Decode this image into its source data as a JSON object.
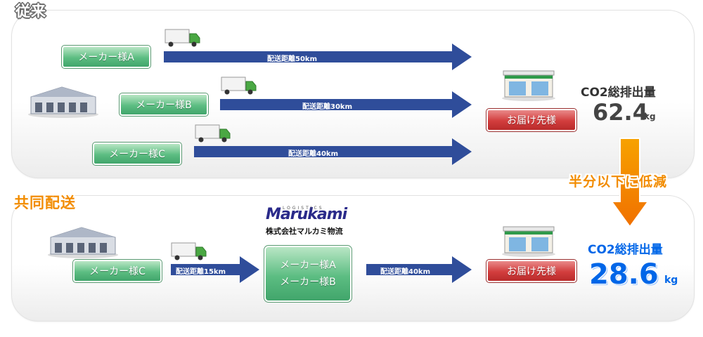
{
  "sections": {
    "conventional": "従来",
    "joint": "共同配送"
  },
  "conventional": {
    "makers": [
      "メーカー様A",
      "メーカー様B",
      "メーカー様C"
    ],
    "routes": [
      "配送距離50km",
      "配送距離30km",
      "配送距離40km"
    ],
    "destination": "お届け先様",
    "co2_label": "CO2総排出量",
    "co2_value": "62.4",
    "co2_unit": "kg"
  },
  "reduction": {
    "label": "半分以下に低減"
  },
  "joint": {
    "maker": "メーカー様C",
    "route_in": "配送距離15km",
    "merged_line1": "メーカー様A",
    "merged_line2": "メーカー様B",
    "route_out": "配送距離40km",
    "destination": "お届け先様",
    "co2_label": "CO2総排出量",
    "co2_value": "28.6",
    "co2_unit": "kg"
  },
  "logo": {
    "wordmark": "Marukami",
    "sub": "LOGISTICS",
    "company": "株式会社マルカミ物流"
  },
  "colors": {
    "arrow": "#2f4d9a",
    "accent_orange": "#f28c00",
    "co2_new": "#0066e8",
    "maker_green": "#5cbd82",
    "destination_red": "#d23d3d"
  },
  "icons": [
    "truck-icon",
    "warehouse-icon",
    "store-icon",
    "down-arrow-icon"
  ]
}
